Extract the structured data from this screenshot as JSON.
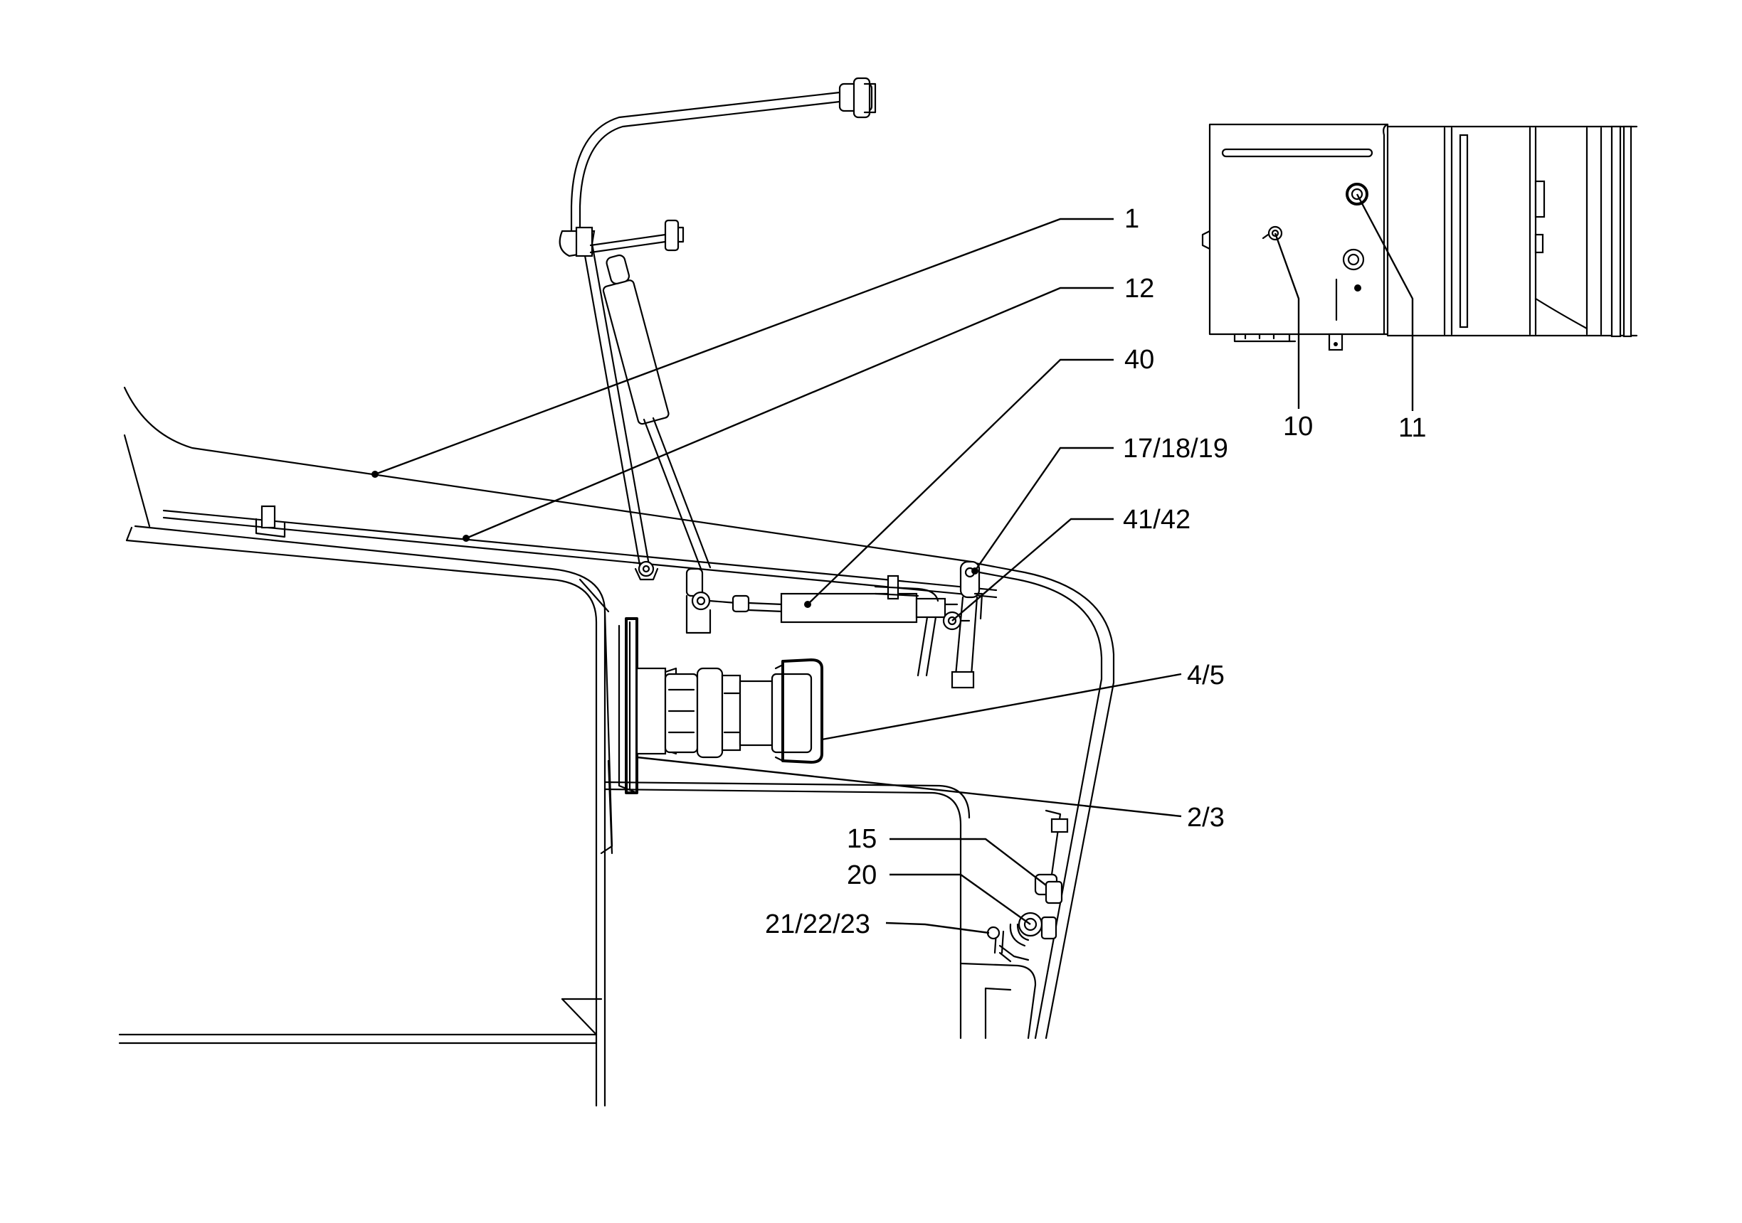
{
  "callouts": [
    {
      "id": "c1",
      "text": "1"
    },
    {
      "id": "c12",
      "text": "12"
    },
    {
      "id": "c40",
      "text": "40"
    },
    {
      "id": "c17",
      "text": "17/18/19"
    },
    {
      "id": "c41",
      "text": "41/42"
    },
    {
      "id": "c4",
      "text": "4/5"
    },
    {
      "id": "c2",
      "text": "2/3"
    },
    {
      "id": "c15",
      "text": "15"
    },
    {
      "id": "c20",
      "text": "20"
    },
    {
      "id": "c21",
      "text": "21/22/23"
    },
    {
      "id": "c10",
      "text": "10"
    },
    {
      "id": "c11",
      "text": "11"
    }
  ]
}
